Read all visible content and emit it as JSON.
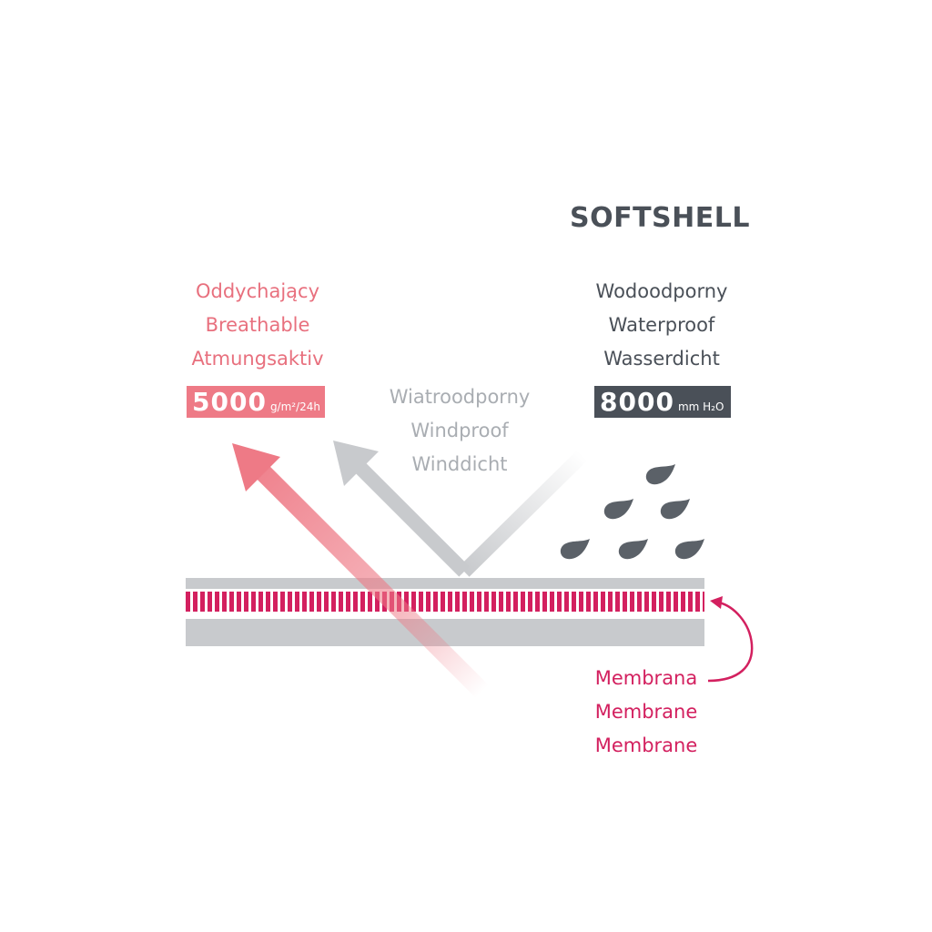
{
  "title": "SOFTSHELL",
  "breathable": {
    "lines": [
      "Oddychający",
      "Breathable",
      "Atmungsaktiv"
    ],
    "value": "5000",
    "unit": "g/m²/24h"
  },
  "waterproof": {
    "lines": [
      "Wodoodporny",
      "Waterproof",
      "Wasserdicht"
    ],
    "value": "8000",
    "unit": "mm H₂O"
  },
  "windproof": {
    "lines": [
      "Wiatroodporny",
      "Windproof",
      "Winddicht"
    ]
  },
  "membrane": {
    "lines": [
      "Membrana",
      "Membrane",
      "Membrane"
    ]
  },
  "colors": {
    "pink_text": "#e8707e",
    "pink_arrow": "#ee7a86",
    "dark": "#4a5058",
    "grey_text": "#a9adb2",
    "grey_layer": "#c8cacd",
    "magenta": "#d3205f",
    "drop": "#5b6168"
  },
  "icons": {
    "breathable_arrow": "arrow-up-left-icon",
    "wind_arrow": "deflect-arrow-icon",
    "rain": "rain-drops-icon",
    "membrane_pointer": "curved-arrow-icon"
  }
}
